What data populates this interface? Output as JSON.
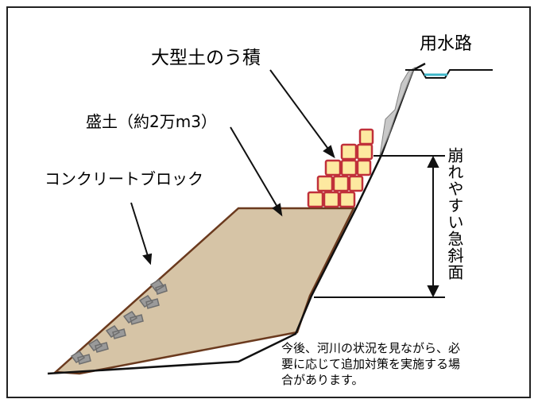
{
  "labels": {
    "channel": "用水路",
    "sandbags": "大型土のう積",
    "embankment": "盛土（約2万m3）",
    "blocks": "コンクリートブロック",
    "steep_slope": "崩れやすい急斜面"
  },
  "note": "今後、河川の状況を見ながら、必\n要に応じて追加対策を実施する場\n合があります。",
  "colors": {
    "fill": "#d6c4a6",
    "outline": "#6b3a1e",
    "sandbag_fill": "#fde9a0",
    "sandbag_edge": "#c0303a",
    "water": "#3fb6c8",
    "block": "#9a9a9a"
  }
}
